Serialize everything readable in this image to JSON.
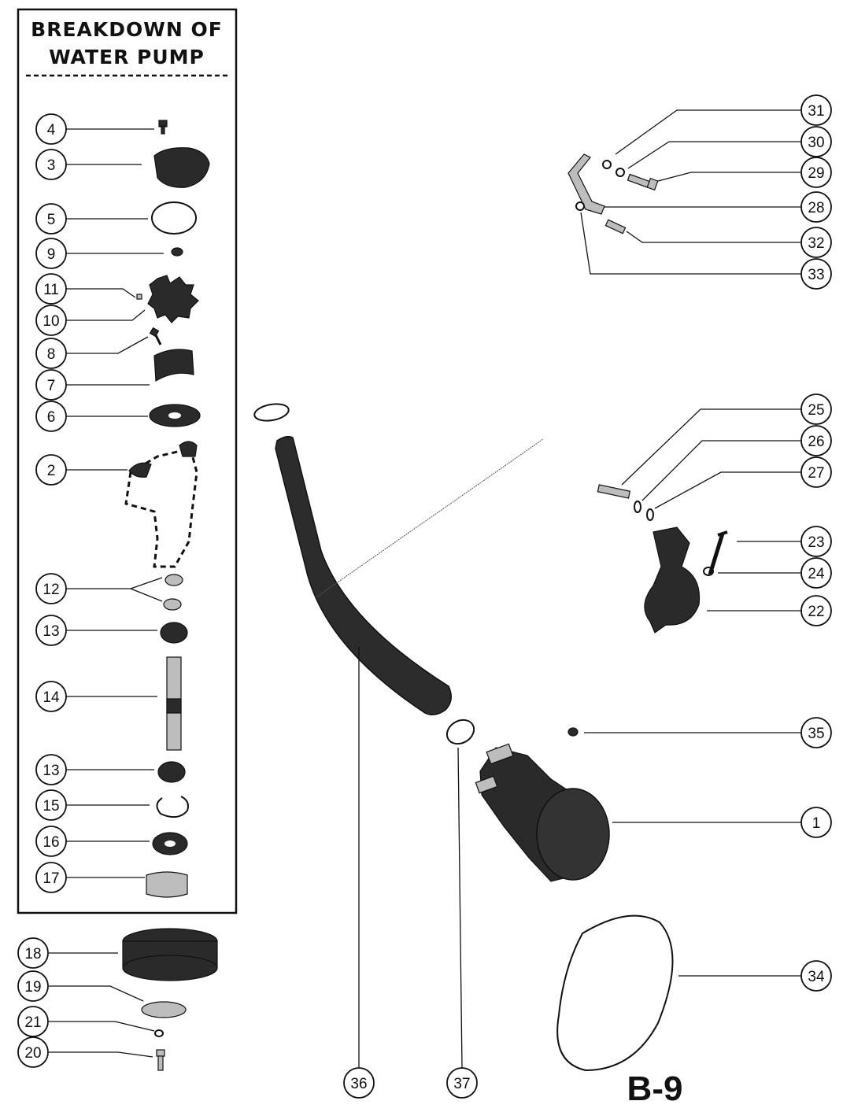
{
  "diagram": {
    "title_lines": [
      "BREAKDOWN OF",
      "WATER PUMP"
    ],
    "page_id": "B-9",
    "callouts": [
      "4",
      "3",
      "5",
      "9",
      "11",
      "10",
      "8",
      "7",
      "6",
      "2",
      "12",
      "13",
      "14",
      "13",
      "15",
      "16",
      "17",
      "18",
      "19",
      "21",
      "20",
      "31",
      "30",
      "29",
      "28",
      "32",
      "33",
      "25",
      "26",
      "27",
      "23",
      "24",
      "22",
      "35",
      "1",
      "34",
      "36",
      "37"
    ]
  }
}
